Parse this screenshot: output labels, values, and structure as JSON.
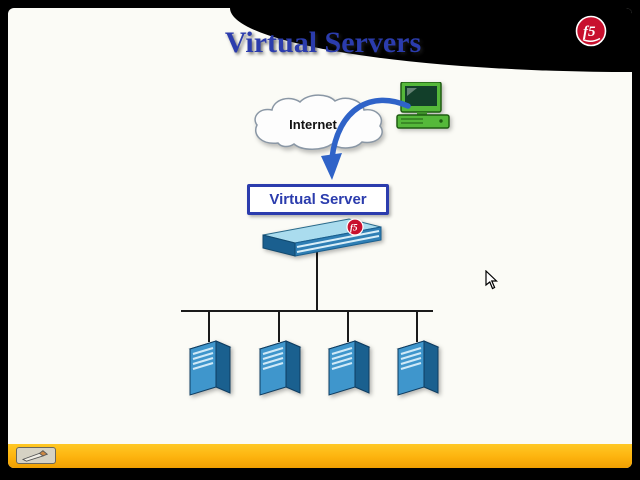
{
  "slide": {
    "title": "Virtual Servers"
  },
  "brand": {
    "logo_text": "f5"
  },
  "diagram": {
    "internet_label": "Internet",
    "virtual_server_label": "Virtual Server",
    "appliance_badge": "f5",
    "pool_server_count": 4
  },
  "colors": {
    "title_blue": "#2b3cad",
    "virtual_server_border": "#2b3cad",
    "f5_red": "#c8102e",
    "footer_yellow": "#fdb30e",
    "server_blue": "#3f96cc",
    "arrow_blue": "#2f63c8",
    "slide_background": "#fbfbf6"
  },
  "footer": {
    "annotation_tool": "pen"
  }
}
